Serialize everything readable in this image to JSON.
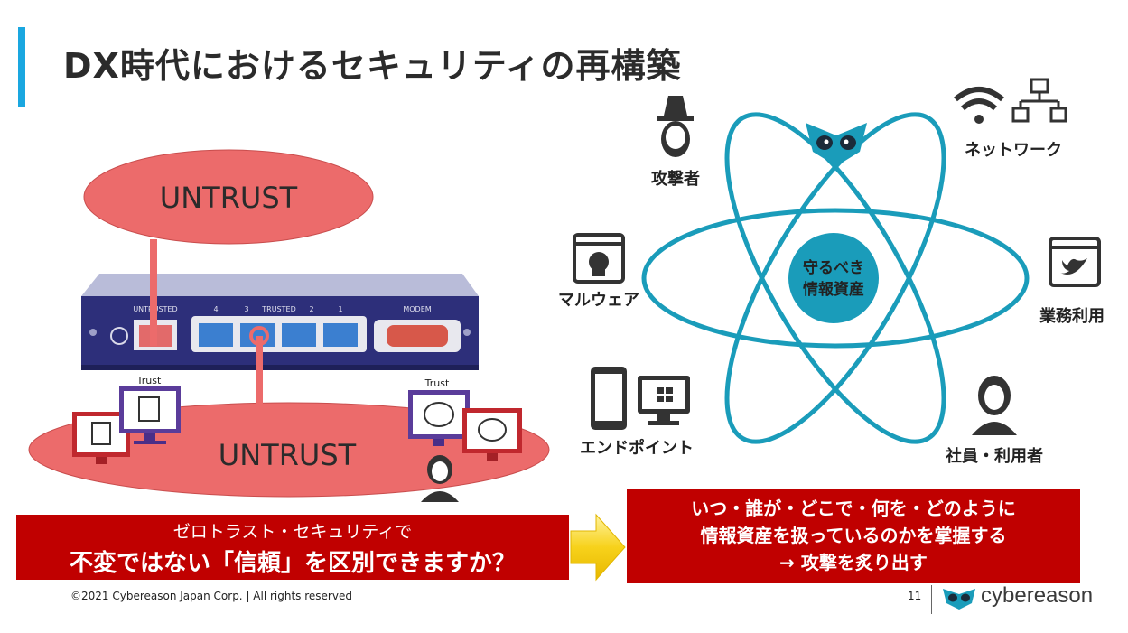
{
  "title": "DX時代におけるセキュリティの再構築",
  "left_diagram": {
    "untrust_top": "UNTRUST",
    "untrust_bottom": "UNTRUST",
    "port_labels": [
      "UNTRUSTED",
      "4",
      "3",
      "TRUSTED",
      "2",
      "1",
      "MODEM"
    ],
    "trust_label_1": "Trust",
    "trust_label_2": "Trust"
  },
  "right_diagram": {
    "center": [
      "守るべき",
      "情報資産"
    ],
    "labels": {
      "attacker": "攻撃者",
      "network": "ネットワーク",
      "malware": "マルウェア",
      "business": "業務利用",
      "endpoint": "エンドポイント",
      "employee": "社員・利用者"
    }
  },
  "banner_left": {
    "sub": "ゼロトラスト・セキュリティで",
    "main": "不変ではない「信頼」を区別できますか？"
  },
  "banner_right": {
    "line1": "いつ・誰が・どこで・何を・どのように",
    "line2": "情報資産を扱っているのかを掌握する",
    "line3": "→ 攻撃を炙り出す"
  },
  "footer": {
    "copyright": "©2021 Cybereason Japan Corp. | All rights reserved",
    "page": "11",
    "brand": "cybereason"
  },
  "colors": {
    "accent": "#1aa7e0",
    "red": "#c00000",
    "ellipse_red": "#ec6b6b",
    "orbit": "#1a9cba",
    "device_navy": "#2d2f7a",
    "arrow_yellow": "#f7d21b"
  }
}
